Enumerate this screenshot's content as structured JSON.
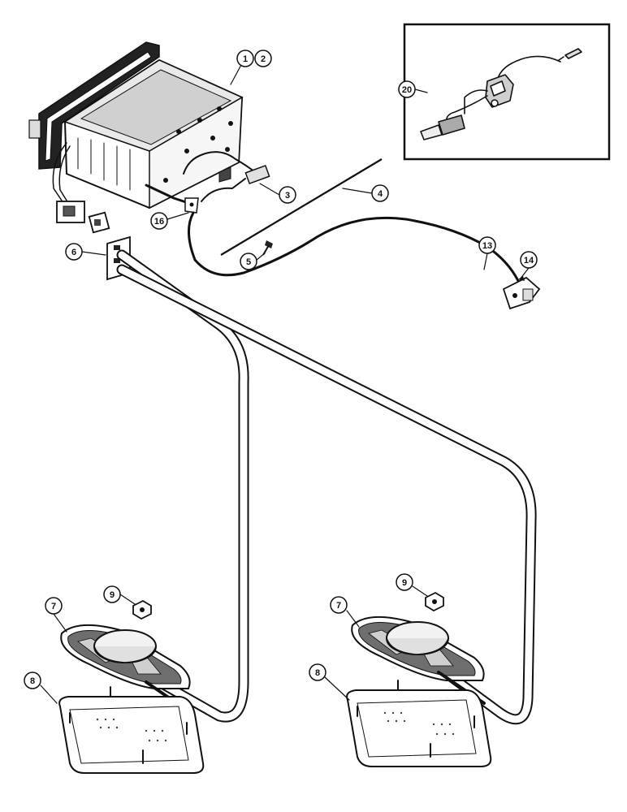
{
  "callouts": {
    "radio_a": "1",
    "radio_b": "2",
    "lead_wire": "3",
    "antenna_rod": "4",
    "screw": "5",
    "connector": "6",
    "speaker_left": "7",
    "speaker_right": "7",
    "grille_left": "8",
    "grille_right": "8",
    "nut_left": "9",
    "nut_right": "9",
    "antenna_cable": "13",
    "antenna_screw": "14",
    "ground_clip": "16",
    "inset_capacitor": "20"
  },
  "colors": {
    "ink": "#111111",
    "shade": "#6e6e6e",
    "paper": "#ffffff"
  }
}
